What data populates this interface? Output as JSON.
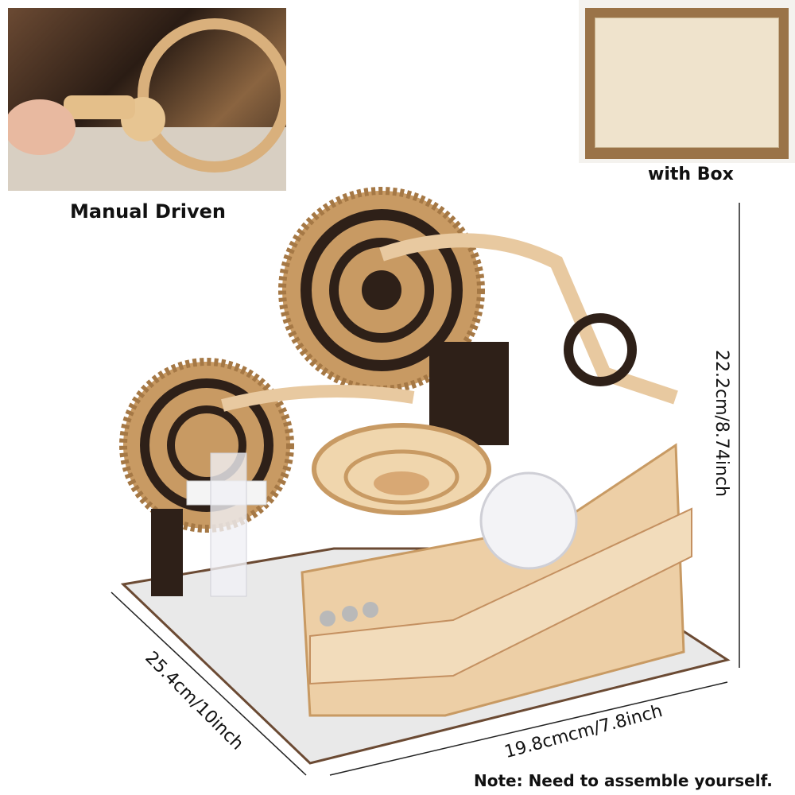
{
  "captions": {
    "manual_driven": "Manual Driven",
    "with_box": "with Box",
    "note": "Note: Need to assemble yourself."
  },
  "dimensions": {
    "height": "22.2cm/8.74inch",
    "depth": "25.4cm/10inch",
    "width": "19.8cmcm/7.8inch"
  },
  "colors": {
    "wood_light": "#e8c9a0",
    "wood_dark": "#2e2018",
    "base": "#e9e9e9"
  }
}
